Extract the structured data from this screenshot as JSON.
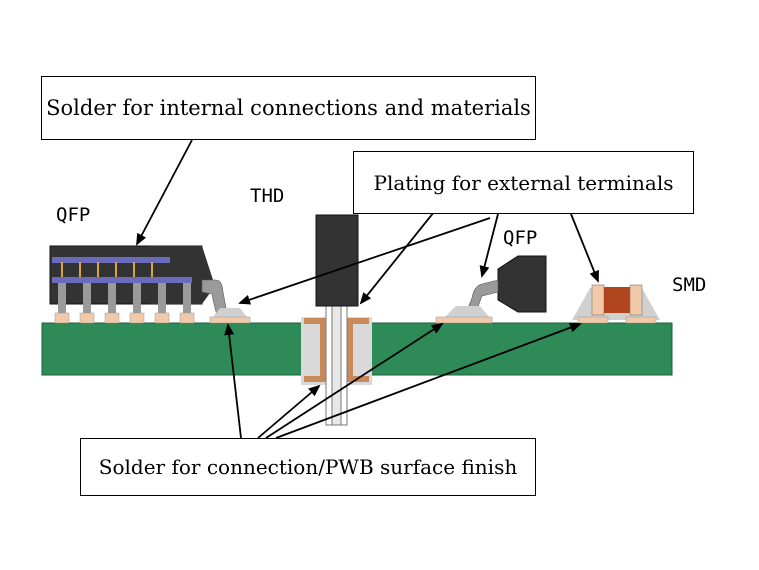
{
  "callouts": {
    "internal": "Solder for internal connections and materials",
    "plating": "Plating for external terminals",
    "connection": "Solder for connection/PWB surface finish"
  },
  "component_labels": {
    "qfp_left": "QFP",
    "thd": "THD",
    "qfp_right": "QFP",
    "smd": "SMD"
  },
  "colors": {
    "board": "#2e8b57",
    "board_edge": "#1f5f3c",
    "package": "#333333",
    "pad": "#f2c9a8",
    "copper_barrel": "#c88a5a",
    "chip_body": "#b0441c",
    "lead": "#9a9a9a",
    "inner_wire": "#6b6bbd",
    "inner_bond": "#d9a441"
  }
}
